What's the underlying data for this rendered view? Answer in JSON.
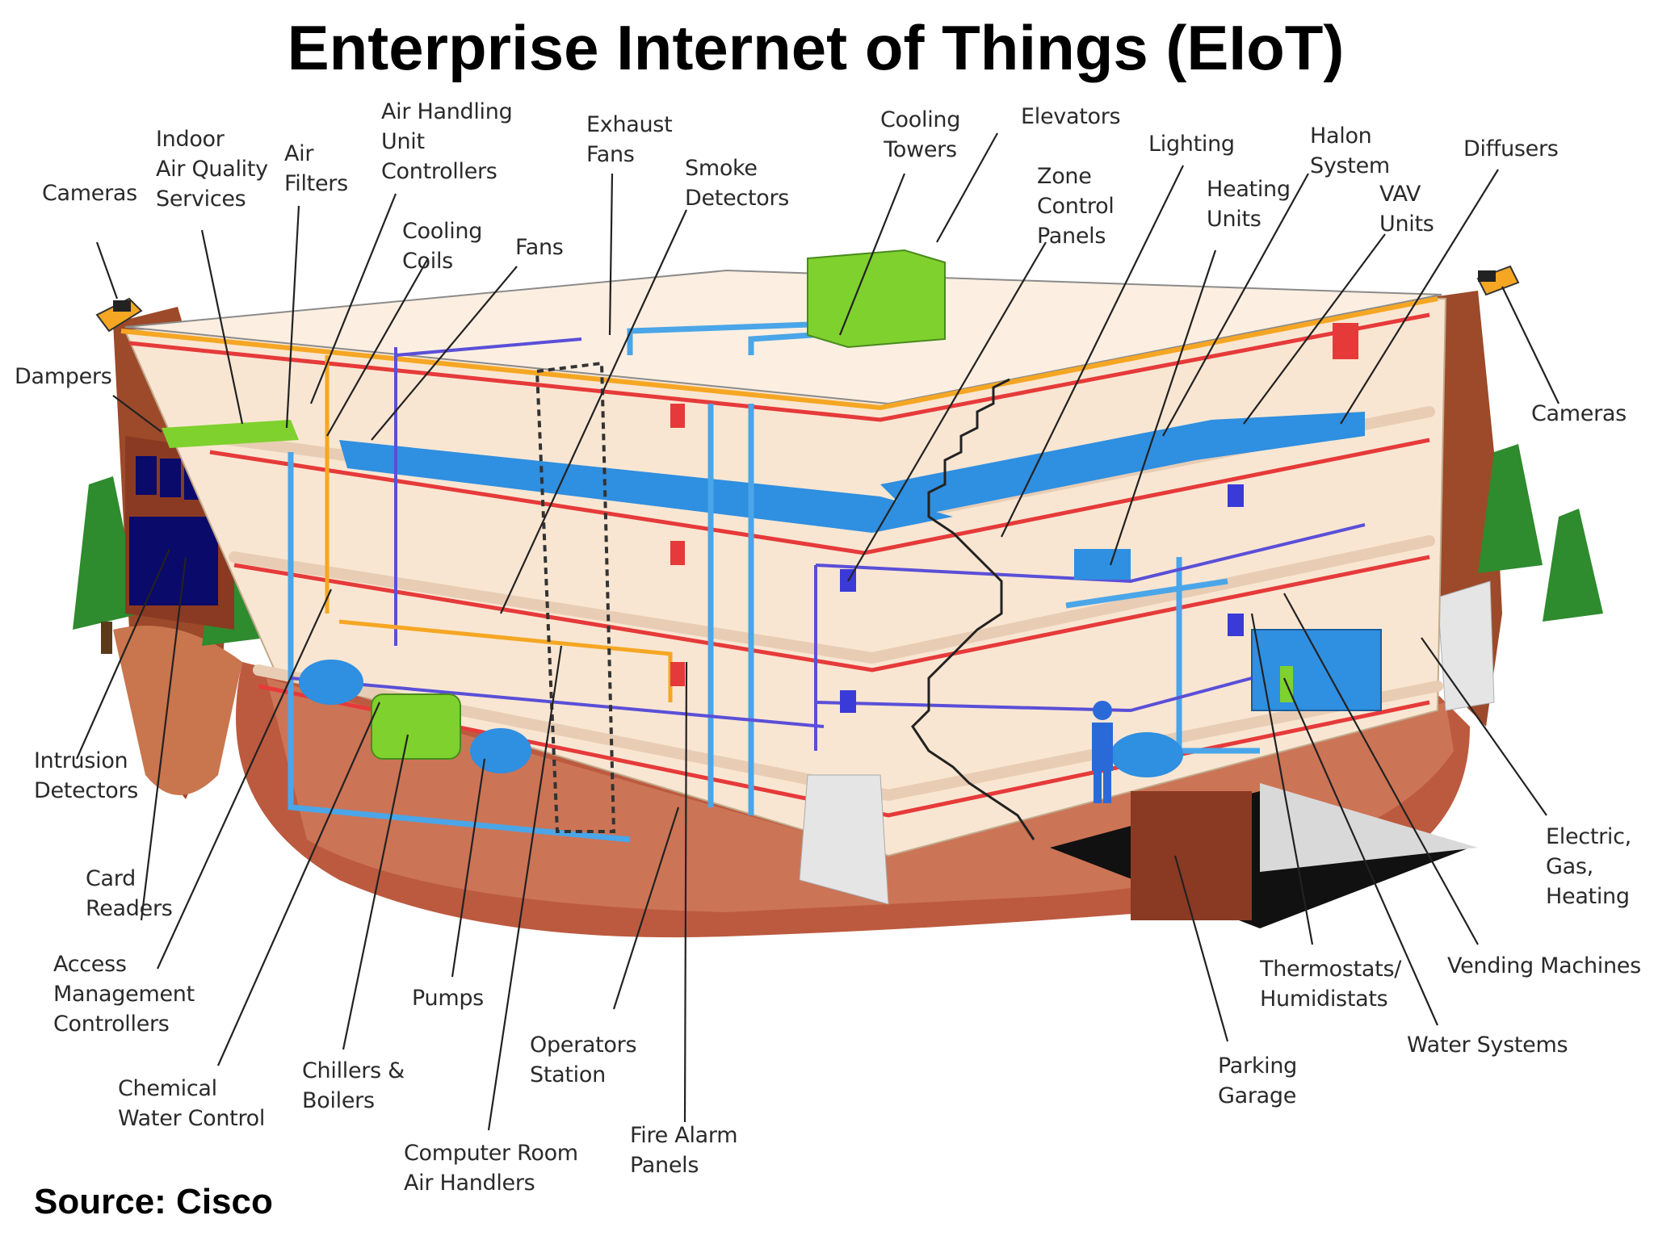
{
  "title": "Enterprise Internet of Things (EIoT)",
  "source": "Source: Cisco",
  "colors": {
    "wall": "#f7e4cf",
    "floor_edge": "#d9c2a8",
    "pipe_red": "#e63a3a",
    "pipe_blue": "#4aa6e8",
    "pipe_purple": "#5a4fd8",
    "pipe_orange": "#f5a623",
    "duct_blue": "#2f8fe0",
    "equipment_green": "#7fd12e",
    "ground": "#b5482a",
    "tree": "#2e8b2e"
  },
  "labels": {
    "cameras_left": "Cameras",
    "indoor_air": "Indoor\nAir Quality\nServices",
    "air_filters": "Air\nFilters",
    "air_handling": "Air Handling\nUnit\nControllers",
    "cooling_coils": "Cooling\nCoils",
    "fans": "Fans",
    "exhaust_fans": "Exhaust\nFans",
    "smoke_detectors": "Smoke\nDetectors",
    "cooling_towers": "Cooling\nTowers",
    "elevators": "Elevators",
    "zone_control": "Zone\nControl\nPanels",
    "lighting": "Lighting",
    "heating_units": "Heating\nUnits",
    "halon": "Halon\nSystem",
    "vav": "VAV\nUnits",
    "diffusers": "Diffusers",
    "dampers": "Dampers",
    "cameras_right": "Cameras",
    "intrusion": "Intrusion\nDetectors",
    "card_readers": "Card\nReaders",
    "access_mgmt": "Access\nManagement\nControllers",
    "chemical": "Chemical\nWater Control",
    "chillers": "Chillers &\nBoilers",
    "pumps": "Pumps",
    "computer_room": "Computer Room\nAir Handlers",
    "operators": "Operators\nStation",
    "fire_alarm": "Fire Alarm\nPanels",
    "electric": "Electric,\nGas,\nHeating",
    "vending": "Vending Machines",
    "thermostats": "Thermostats/\nHumidistats",
    "water_systems": "Water Systems",
    "parking": "Parking\nGarage"
  }
}
